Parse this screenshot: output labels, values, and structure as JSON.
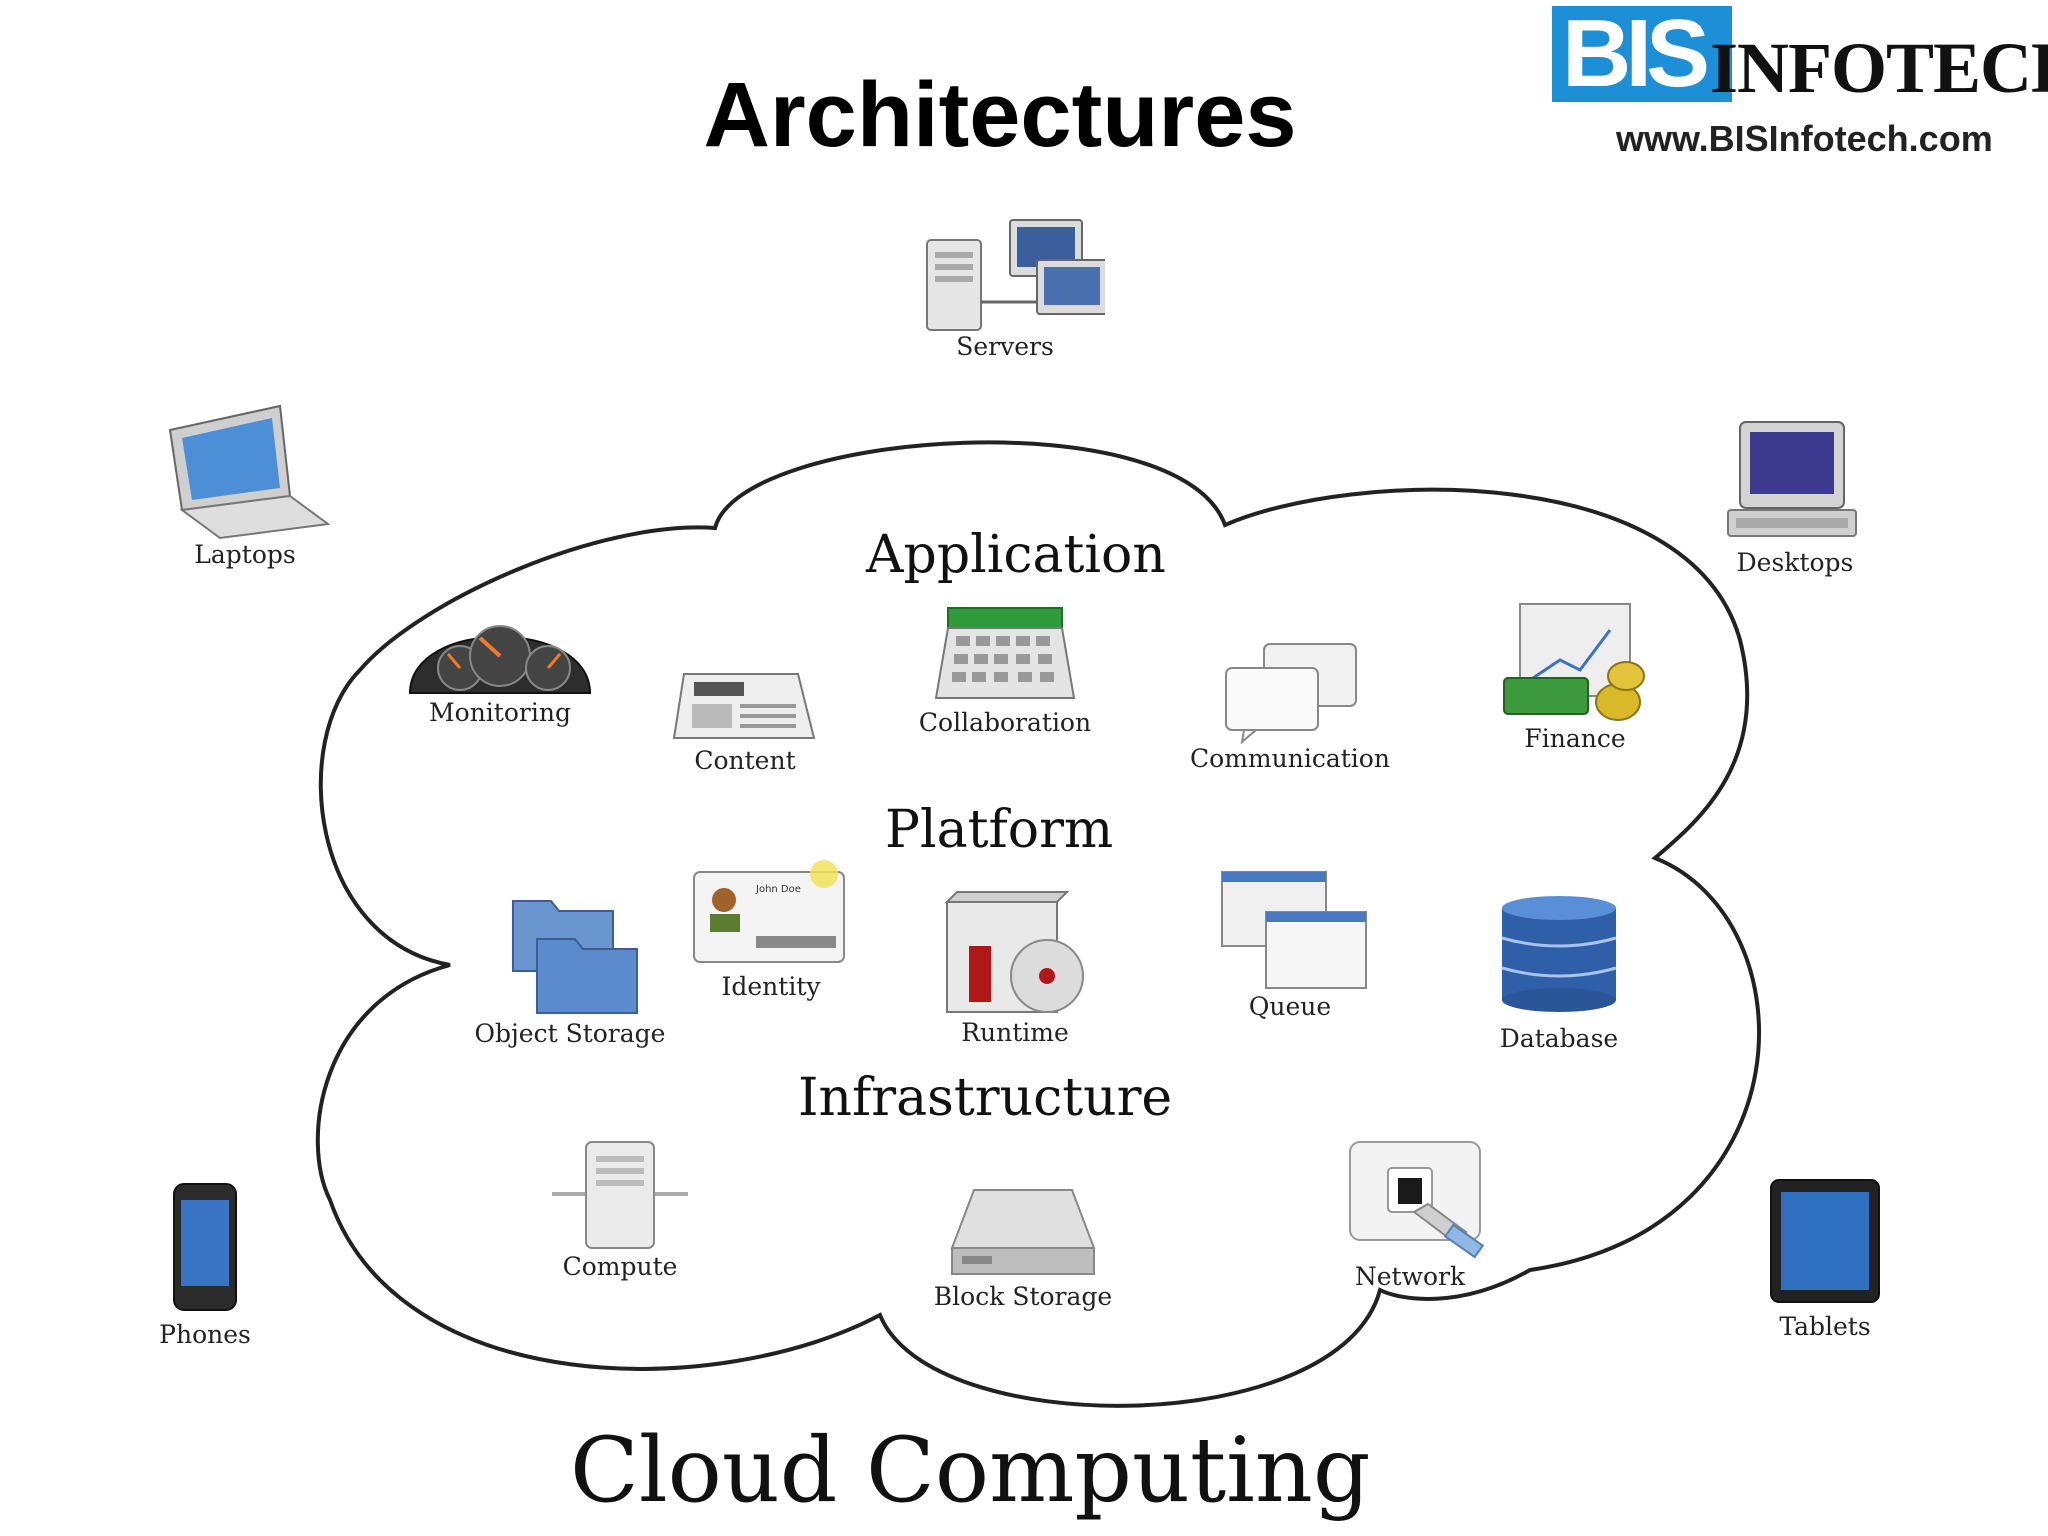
{
  "title": "Architectures",
  "logo": {
    "mark": "BIS",
    "word": "INFOTECH",
    "url": "www.BISInfotech.com",
    "brand_color": "#1c8fd6"
  },
  "caption": "Cloud Computing",
  "sections": {
    "application": "Application",
    "platform": "Platform",
    "infrastructure": "Infrastructure"
  },
  "devices": {
    "servers": "Servers",
    "laptops": "Laptops",
    "desktops": "Desktops",
    "phones": "Phones",
    "tablets": "Tablets"
  },
  "application_items": {
    "monitoring": "Monitoring",
    "content": "Content",
    "collaboration": "Collaboration",
    "communication": "Communication",
    "finance": "Finance"
  },
  "platform_items": {
    "object_storage": "Object Storage",
    "identity": "Identity",
    "identity_card_name": "John Doe",
    "runtime": "Runtime",
    "queue": "Queue",
    "database": "Database"
  },
  "infrastructure_items": {
    "compute": "Compute",
    "block_storage": "Block Storage",
    "network": "Network"
  },
  "icons": {
    "servers": "servers-icon",
    "laptops": "laptop-icon",
    "desktops": "desktop-icon",
    "phones": "phone-icon",
    "tablets": "tablet-icon",
    "monitoring": "dashboard-gauge-icon",
    "content": "newspaper-icon",
    "collaboration": "calendar-icon",
    "communication": "chat-bubbles-icon",
    "finance": "finance-chart-icon",
    "object_storage": "folders-icon",
    "identity": "id-card-icon",
    "runtime": "software-box-icon",
    "queue": "windows-icon",
    "database": "database-icon",
    "compute": "server-tower-icon",
    "block_storage": "hard-drive-icon",
    "network": "network-port-icon"
  }
}
